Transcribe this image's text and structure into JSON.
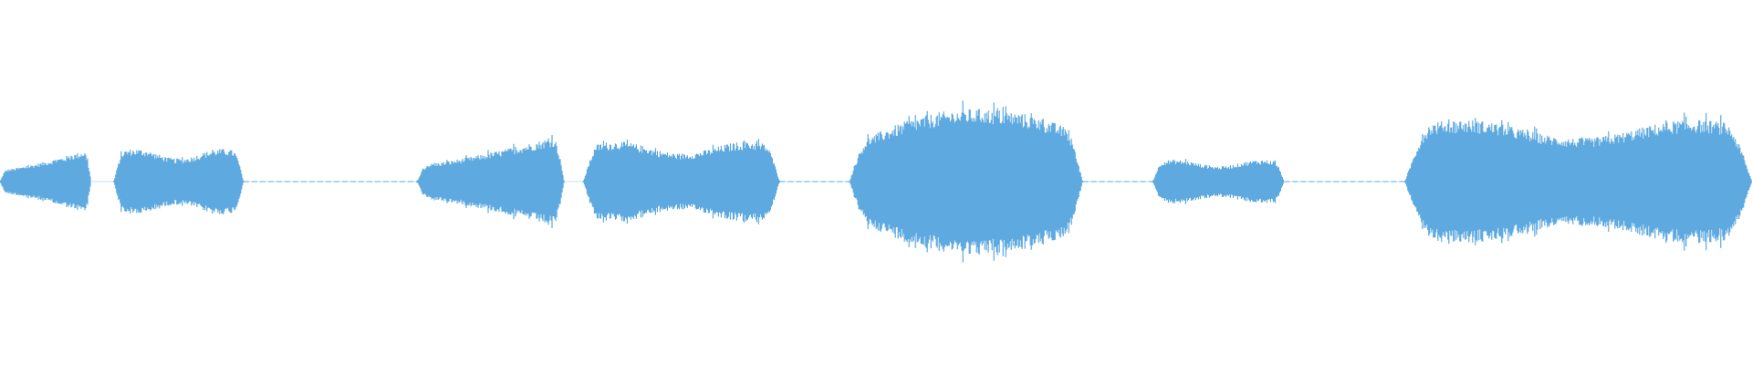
{
  "waveform": {
    "color": "#5DA9E0",
    "background": "#FFFFFF",
    "segments": [
      {
        "start": 0.0,
        "end": 0.052,
        "amplitude": 0.09,
        "shape": "ramp-up"
      },
      {
        "start": 0.065,
        "end": 0.139,
        "amplitude": 0.09,
        "shape": "plateau"
      },
      {
        "start": 0.238,
        "end": 0.322,
        "amplitude": 0.13,
        "shape": "ramp-up"
      },
      {
        "start": 0.333,
        "end": 0.445,
        "amplitude": 0.11,
        "shape": "plateau"
      },
      {
        "start": 0.485,
        "end": 0.618,
        "amplitude": 0.2,
        "shape": "peak"
      },
      {
        "start": 0.658,
        "end": 0.733,
        "amplitude": 0.06,
        "shape": "plateau"
      },
      {
        "start": 0.802,
        "end": 1.0,
        "amplitude": 0.17,
        "shape": "plateau"
      }
    ],
    "silences": [
      {
        "start": 0.139,
        "end": 0.238
      },
      {
        "start": 0.445,
        "end": 0.485
      },
      {
        "start": 0.618,
        "end": 0.658
      },
      {
        "start": 0.733,
        "end": 0.802
      }
    ]
  }
}
